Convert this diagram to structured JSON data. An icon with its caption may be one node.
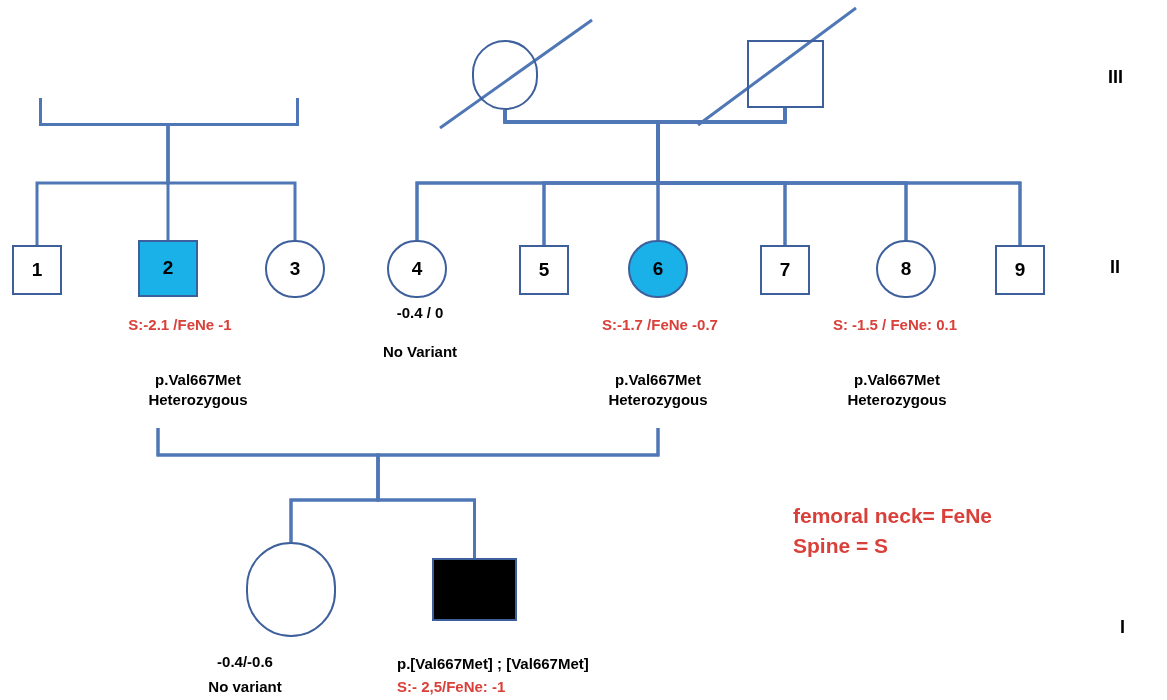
{
  "diagram": {
    "nodes": [
      {
        "text": [],
        "shape": "circle"
      },
      {
        "text": [],
        "shape": "box"
      },
      {
        "text": [
          "1"
        ]
      },
      {
        "text": [
          "2"
        ],
        "beside": [
          "S:-2.1 /FeNe -1",
          "p.Val667Met Heterozygous"
        ]
      },
      {
        "text": [
          "3"
        ]
      },
      {
        "text": [
          "4"
        ],
        "beside": [
          "-0.4 / 0",
          "No Variant"
        ]
      },
      {
        "text": [
          "5"
        ]
      },
      {
        "text": [
          "6"
        ],
        "beside": [
          "S:-1.7 /FeNe -0.7",
          "p.Val667Met Heterozygous"
        ]
      },
      {
        "text": [
          "7"
        ]
      },
      {
        "text": [
          "8"
        ],
        "beside": [
          "S: -1.5 / FeNe: 0.1",
          "p.Val667Met Heterozygous"
        ]
      },
      {
        "text": [
          "9"
        ]
      },
      {
        "text": [],
        "shape": "circle",
        "beside": [
          "-0.4/-0.6",
          "No variant"
        ]
      },
      {
        "text": [],
        "shape": "box",
        "beside": [
          "p.[Val667Met] ; [Val667Met]",
          "S:- 2,5/FeNe: -1"
        ]
      },
      {
        "text": [],
        "shape": "bar"
      }
    ],
    "edges": [
      {
        "from": 13,
        "to": 2,
        "arrow": "none"
      },
      {
        "from": 13,
        "to": 3,
        "arrow": "none"
      },
      {
        "from": 13,
        "to": 4,
        "arrow": "none"
      },
      {
        "from": 0,
        "to": 5,
        "arrow": "none"
      },
      {
        "from": 0,
        "to": 6,
        "arrow": "none"
      },
      {
        "from": 0,
        "to": 7,
        "arrow": "none"
      },
      {
        "from": 0,
        "to": 8,
        "arrow": "none"
      },
      {
        "from": 0,
        "to": 9,
        "arrow": "none"
      },
      {
        "from": 0,
        "to": 10,
        "arrow": "none"
      },
      {
        "from": 1,
        "to": 5,
        "arrow": "none"
      },
      {
        "from": 1,
        "to": 6,
        "arrow": "none"
      },
      {
        "from": 1,
        "to": 7,
        "arrow": "none"
      },
      {
        "from": 1,
        "to": 8,
        "arrow": "none"
      },
      {
        "from": 1,
        "to": 9,
        "arrow": "none"
      },
      {
        "from": 1,
        "to": 10,
        "arrow": "none"
      },
      {
        "from": 3,
        "to": 11,
        "arrow": "none"
      },
      {
        "from": 3,
        "to": 12,
        "arrow": "none"
      },
      {
        "from": 7,
        "to": 11,
        "arrow": "none"
      },
      {
        "from": 7,
        "to": 12,
        "arrow": "none"
      }
    ],
    "labels": [
      "III",
      "II",
      "I",
      "femoral neck= FeNe",
      "Spine = S"
    ]
  }
}
